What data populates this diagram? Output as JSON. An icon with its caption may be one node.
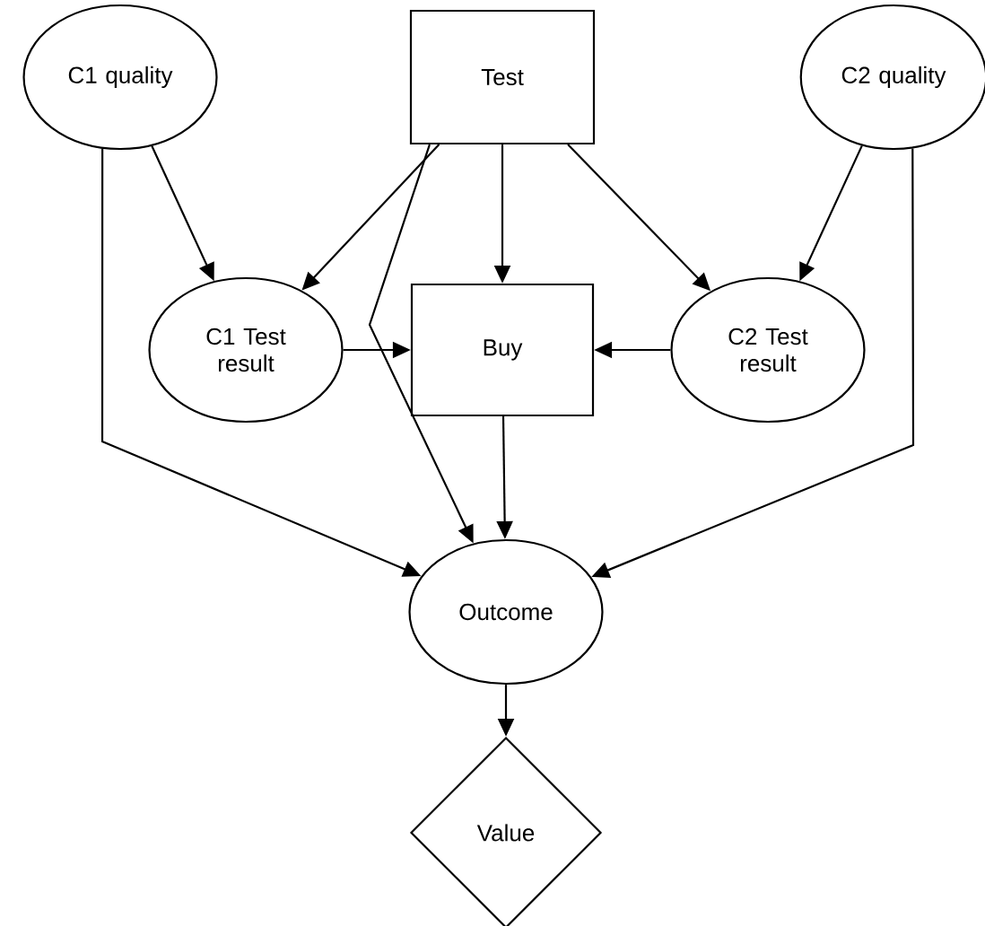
{
  "diagram": {
    "nodes": [
      {
        "text": [
          "C1 quality"
        ]
      },
      {
        "text": [
          "Test"
        ]
      },
      {
        "text": [
          "C2 quality"
        ]
      },
      {
        "text": [
          "C1 Test result"
        ]
      },
      {
        "text": [
          "Buy"
        ]
      },
      {
        "text": [
          "C2 Test result"
        ]
      },
      {
        "text": [
          "Outcome"
        ]
      },
      {
        "text": [
          "Value"
        ]
      }
    ],
    "edges": [
      {
        "from": 0,
        "to": 3,
        "arrow": "to"
      },
      {
        "from": 1,
        "to": 3,
        "arrow": "to"
      },
      {
        "from": 1,
        "to": 4,
        "arrow": "to"
      },
      {
        "from": 1,
        "to": 5,
        "arrow": "to"
      },
      {
        "from": 2,
        "to": 5,
        "arrow": "to"
      },
      {
        "from": 3,
        "to": 4,
        "arrow": "to"
      },
      {
        "from": 5,
        "to": 4,
        "arrow": "to"
      },
      {
        "from": 0,
        "to": 6,
        "arrow": "to"
      },
      {
        "from": 1,
        "to": 6,
        "arrow": "to"
      },
      {
        "from": 4,
        "to": 6,
        "arrow": "to"
      },
      {
        "from": 2,
        "to": 6,
        "arrow": "to"
      },
      {
        "from": 6,
        "to": 7,
        "arrow": "to"
      }
    ]
  }
}
